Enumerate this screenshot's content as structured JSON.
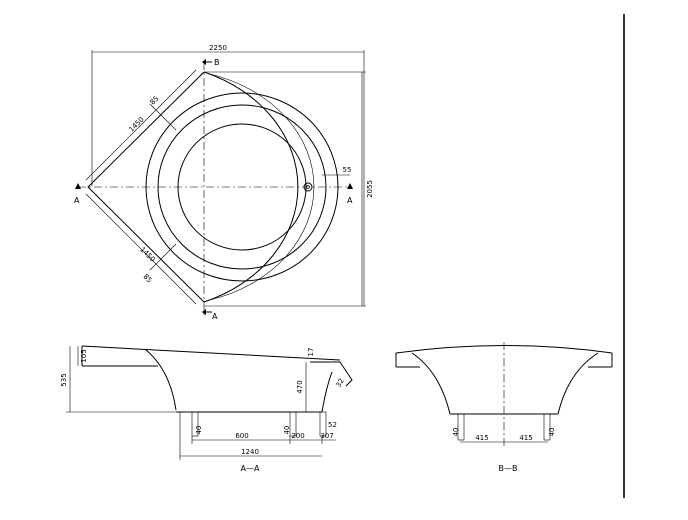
{
  "plan": {
    "width": "2250",
    "depth": "2055",
    "side_upper": "1450",
    "side_lower": "1450",
    "side_offset_upper": "85",
    "side_offset_lower": "85",
    "drain_offset": "55",
    "mark_b_top": "B",
    "mark_a_left": "A",
    "mark_a_right": "A",
    "mark_a_bottom": "A"
  },
  "section_a": {
    "title": "A—A",
    "height_total": "535",
    "rim_height": "105",
    "inner_depth": "470",
    "rim_top": "17",
    "slope": "32",
    "foot_left": "40",
    "foot_right": "40",
    "drain_off": "52",
    "span_600": "600",
    "span_200": "200",
    "span_307": "307",
    "span_1240": "1240"
  },
  "section_b": {
    "title": "B—B",
    "foot_left": "40",
    "foot_right": "40",
    "half_left": "415",
    "half_right": "415"
  }
}
